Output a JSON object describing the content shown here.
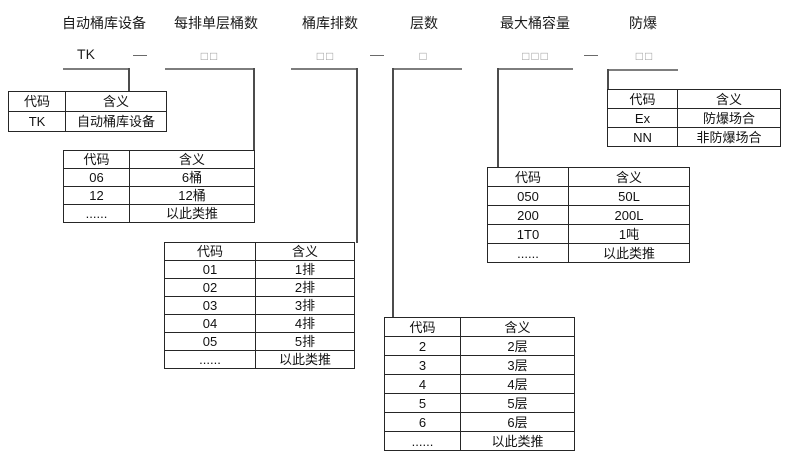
{
  "fields": [
    {
      "label": "自动桶库设备",
      "code": "TK"
    },
    {
      "label": "每排单层桶数",
      "placeholder": "□□"
    },
    {
      "label": "桶库排数",
      "placeholder": "□□"
    },
    {
      "label": "层数",
      "placeholder": "□"
    },
    {
      "label": "最大桶容量",
      "placeholder": "□□□"
    },
    {
      "label": "防爆",
      "placeholder": "□□"
    }
  ],
  "separator": "—",
  "tables": [
    {
      "field": "自动桶库设备",
      "rows": [
        [
          "代码",
          "含义"
        ],
        [
          "TK",
          "自动桶库设备"
        ]
      ]
    },
    {
      "field": "每排单层桶数",
      "rows": [
        [
          "代码",
          "含义"
        ],
        [
          "06",
          "6桶"
        ],
        [
          "12",
          "12桶"
        ],
        [
          "......",
          "以此类推"
        ]
      ]
    },
    {
      "field": "桶库排数",
      "rows": [
        [
          "代码",
          "含义"
        ],
        [
          "01",
          "1排"
        ],
        [
          "02",
          "2排"
        ],
        [
          "03",
          "3排"
        ],
        [
          "04",
          "4排"
        ],
        [
          "05",
          "5排"
        ],
        [
          "......",
          "以此类推"
        ]
      ]
    },
    {
      "field": "层数",
      "rows": [
        [
          "代码",
          "含义"
        ],
        [
          "2",
          "2层"
        ],
        [
          "3",
          "3层"
        ],
        [
          "4",
          "4层"
        ],
        [
          "5",
          "5层"
        ],
        [
          "6",
          "6层"
        ],
        [
          "......",
          "以此类推"
        ]
      ]
    },
    {
      "field": "最大桶容量",
      "rows": [
        [
          "代码",
          "含义"
        ],
        [
          "050",
          "50L"
        ],
        [
          "200",
          "200L"
        ],
        [
          "1T0",
          "1吨"
        ],
        [
          "......",
          "以此类推"
        ]
      ]
    },
    {
      "field": "防爆",
      "rows": [
        [
          "代码",
          "含义"
        ],
        [
          "Ex",
          "防爆场合"
        ],
        [
          "NN",
          "非防爆场合"
        ]
      ]
    }
  ],
  "colors": {
    "background": "#ffffff",
    "table_border": "#262626",
    "connector_horizontal": "#7d7d7d",
    "connector_vertical": "#4c4c4c",
    "text": "#141414",
    "placeholder_box": "#9a9a9a",
    "dash": "#5f5f5f"
  }
}
